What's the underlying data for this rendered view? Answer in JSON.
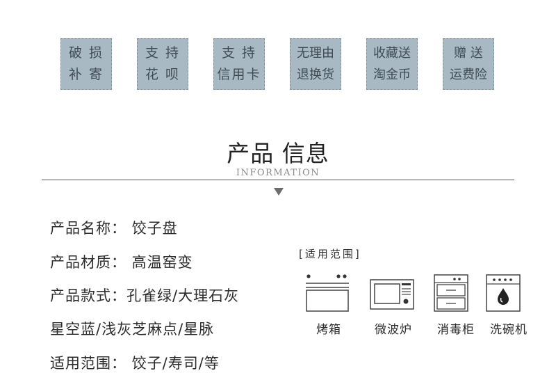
{
  "badges": [
    {
      "line1": "破 损",
      "line2": "补 寄"
    },
    {
      "line1": "支 持",
      "line2": "花 呗"
    },
    {
      "line1": "支 持",
      "line2": "信用卡"
    },
    {
      "line1": "无理由",
      "line2": "退换货"
    },
    {
      "line1": "收藏送",
      "line2": "淘金币"
    },
    {
      "line1": "赠 送",
      "line2": "运费险"
    }
  ],
  "section": {
    "title": "产品 信息",
    "subtitle": "INFORMATION"
  },
  "info": [
    {
      "text": "产品名称： 饺子盘"
    },
    {
      "text": "产品材质： 高温窑变"
    },
    {
      "text": "产品款式：孔雀绿/大理石灰"
    },
    {
      "text": "星空蓝/浅灰芝麻点/星脉"
    },
    {
      "text": "适用范围： 饺子/寿司/等"
    }
  ],
  "scope": {
    "label": "[适用范围]",
    "items": [
      {
        "name": "烤箱",
        "icon": "oven-icon"
      },
      {
        "name": "微波炉",
        "icon": "microwave-icon"
      },
      {
        "name": "消毒柜",
        "icon": "sterilizer-cabinet-icon"
      },
      {
        "name": "洗碗机",
        "icon": "dishwasher-icon"
      }
    ]
  },
  "colors": {
    "badge_bg": "#a9b9c4",
    "badge_text": "#3f4a52",
    "text": "#2b2b2b"
  }
}
